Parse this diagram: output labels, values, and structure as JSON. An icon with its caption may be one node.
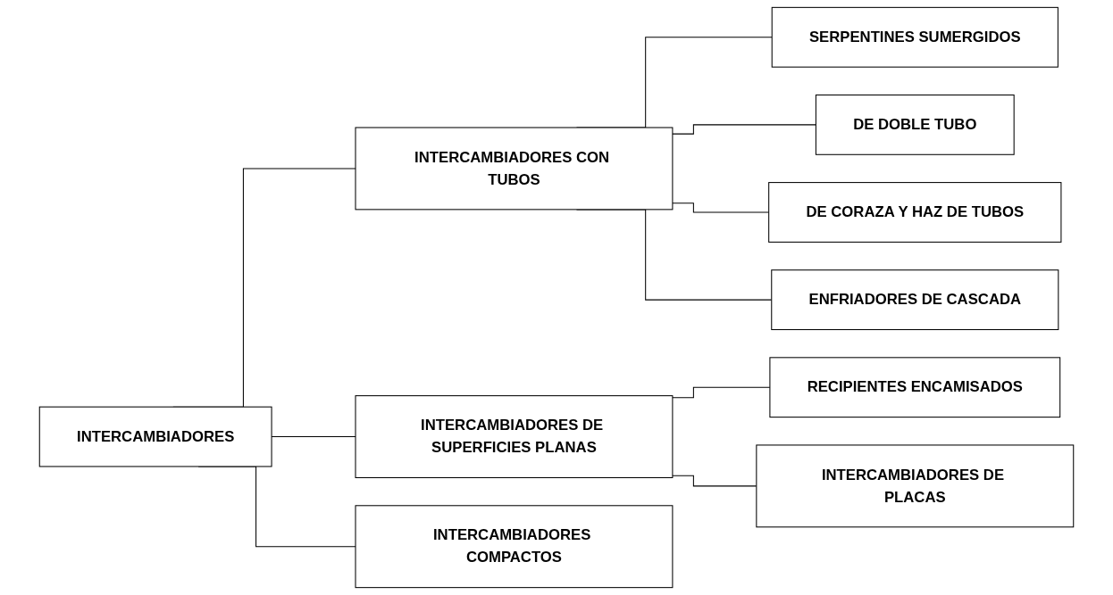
{
  "diagram": {
    "nodes": [
      {
        "text": [
          "INTERCAMBIADORES"
        ]
      },
      {
        "text": [
          "INTERCAMBIADORES CON TUBOS"
        ]
      },
      {
        "text": [
          "INTERCAMBIADORES DE SUPERFICIES PLANAS"
        ]
      },
      {
        "text": [
          "INTERCAMBIADORES COMPACTOS"
        ]
      },
      {
        "text": [
          "SERPENTINES SUMERGIDOS"
        ]
      },
      {
        "text": [
          "DE DOBLE TUBO"
        ]
      },
      {
        "text": [
          "DE CORAZA Y HAZ DE TUBOS"
        ]
      },
      {
        "text": [
          "ENFRIADORES DE CASCADA"
        ]
      },
      {
        "text": [
          "RECIPIENTES ENCAMISADOS"
        ]
      },
      {
        "text": [
          "INTERCAMBIADORES DE PLACAS"
        ]
      }
    ],
    "edges": [
      {
        "from": 0,
        "to": 1,
        "arrow": "none"
      },
      {
        "from": 0,
        "to": 2,
        "arrow": "none"
      },
      {
        "from": 0,
        "to": 3,
        "arrow": "none"
      },
      {
        "from": 1,
        "to": 4,
        "arrow": "none"
      },
      {
        "from": 1,
        "to": 5,
        "arrow": "none"
      },
      {
        "from": 1,
        "to": 6,
        "arrow": "none"
      },
      {
        "from": 1,
        "to": 7,
        "arrow": "none"
      },
      {
        "from": 2,
        "to": 8,
        "arrow": "none"
      },
      {
        "from": 2,
        "to": 9,
        "arrow": "none"
      }
    ]
  }
}
